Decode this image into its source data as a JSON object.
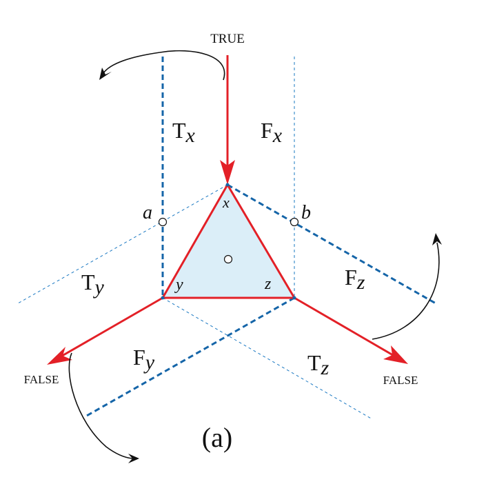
{
  "labels": {
    "top_arrow": "TRUE",
    "left_arrow": "FALSE",
    "right_arrow": "FALSE",
    "caption": "(a)",
    "point_a": "a",
    "point_b": "b",
    "vertex_x": "x",
    "vertex_y": "y",
    "vertex_z": "z",
    "region_tx": {
      "letter": "T",
      "sub": "x"
    },
    "region_fx": {
      "letter": "F",
      "sub": "x"
    },
    "region_ty": {
      "letter": "T",
      "sub": "y"
    },
    "region_fy": {
      "letter": "F",
      "sub": "y"
    },
    "region_tz": {
      "letter": "T",
      "sub": "z"
    },
    "region_fz": {
      "letter": "F",
      "sub": "z"
    }
  },
  "colors": {
    "triangle_fill": "#dbeef8",
    "red": "#e32027",
    "blue": "#1565a8",
    "black": "#111111"
  }
}
